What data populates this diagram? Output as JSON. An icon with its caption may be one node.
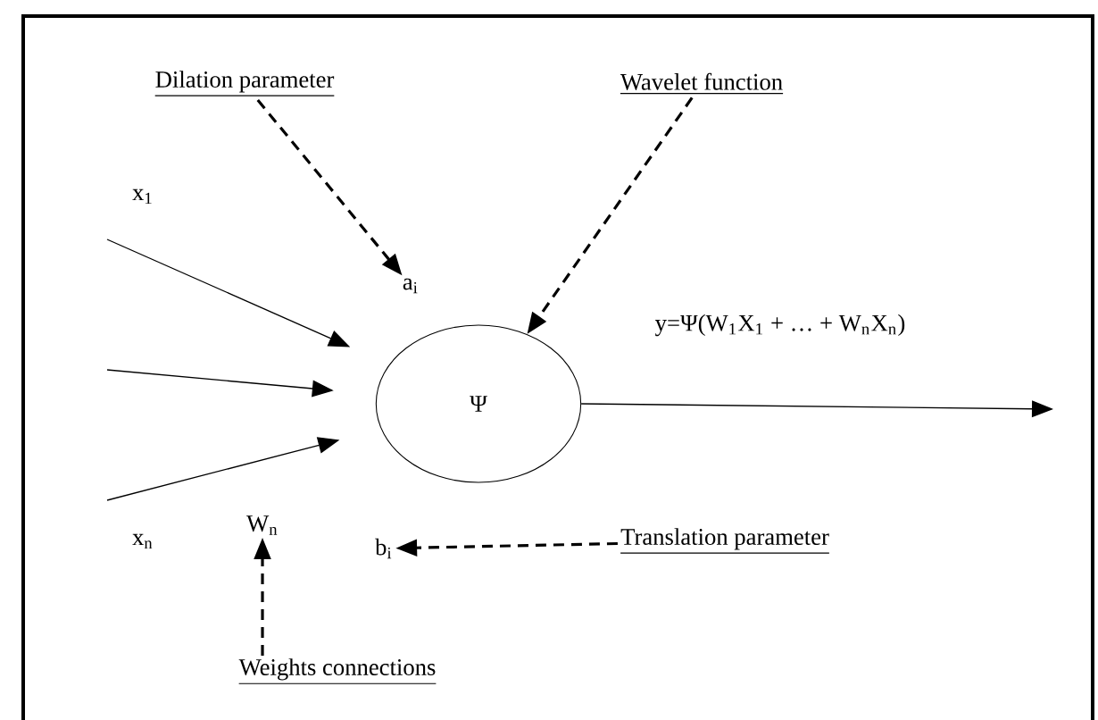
{
  "diagram": {
    "nodes": [
      {
        "text": [
          "Dilation parameter"
        ]
      },
      {
        "text": [
          "a$_{i}$"
        ]
      },
      {
        "text": [
          "Wavelet function"
        ]
      },
      {
        "text": [
          "Ψ"
        ]
      },
      {
        "text": [
          "Translation parameter"
        ]
      },
      {
        "text": [
          "b$_{i}$"
        ]
      },
      {
        "text": [
          "Weights connections"
        ]
      },
      {
        "text": [
          "W$_{n}$"
        ]
      }
    ],
    "edges": [
      {
        "from": 0,
        "to": 1,
        "arrow": "to",
        "style": "dashed"
      },
      {
        "from": 2,
        "to": 3,
        "arrow": "to",
        "style": "dashed"
      },
      {
        "from": 4,
        "to": 5,
        "arrow": "to",
        "style": "dashed"
      },
      {
        "from": 6,
        "to": 7,
        "arrow": "to",
        "style": "dashed"
      },
      {
        "from": null,
        "to": 3,
        "arrow": "to"
      },
      {
        "from": null,
        "to": 3,
        "arrow": "to"
      },
      {
        "from": null,
        "to": 3,
        "arrow": "to"
      },
      {
        "from": 3,
        "to": null,
        "arrow": "to"
      }
    ],
    "labels": [
      "x$_{1}$",
      "x$_{n}$",
      "y=Ψ(W$_{1}$X$_{1}$ + … + W$_{n}$X$_{n}$)"
    ]
  }
}
